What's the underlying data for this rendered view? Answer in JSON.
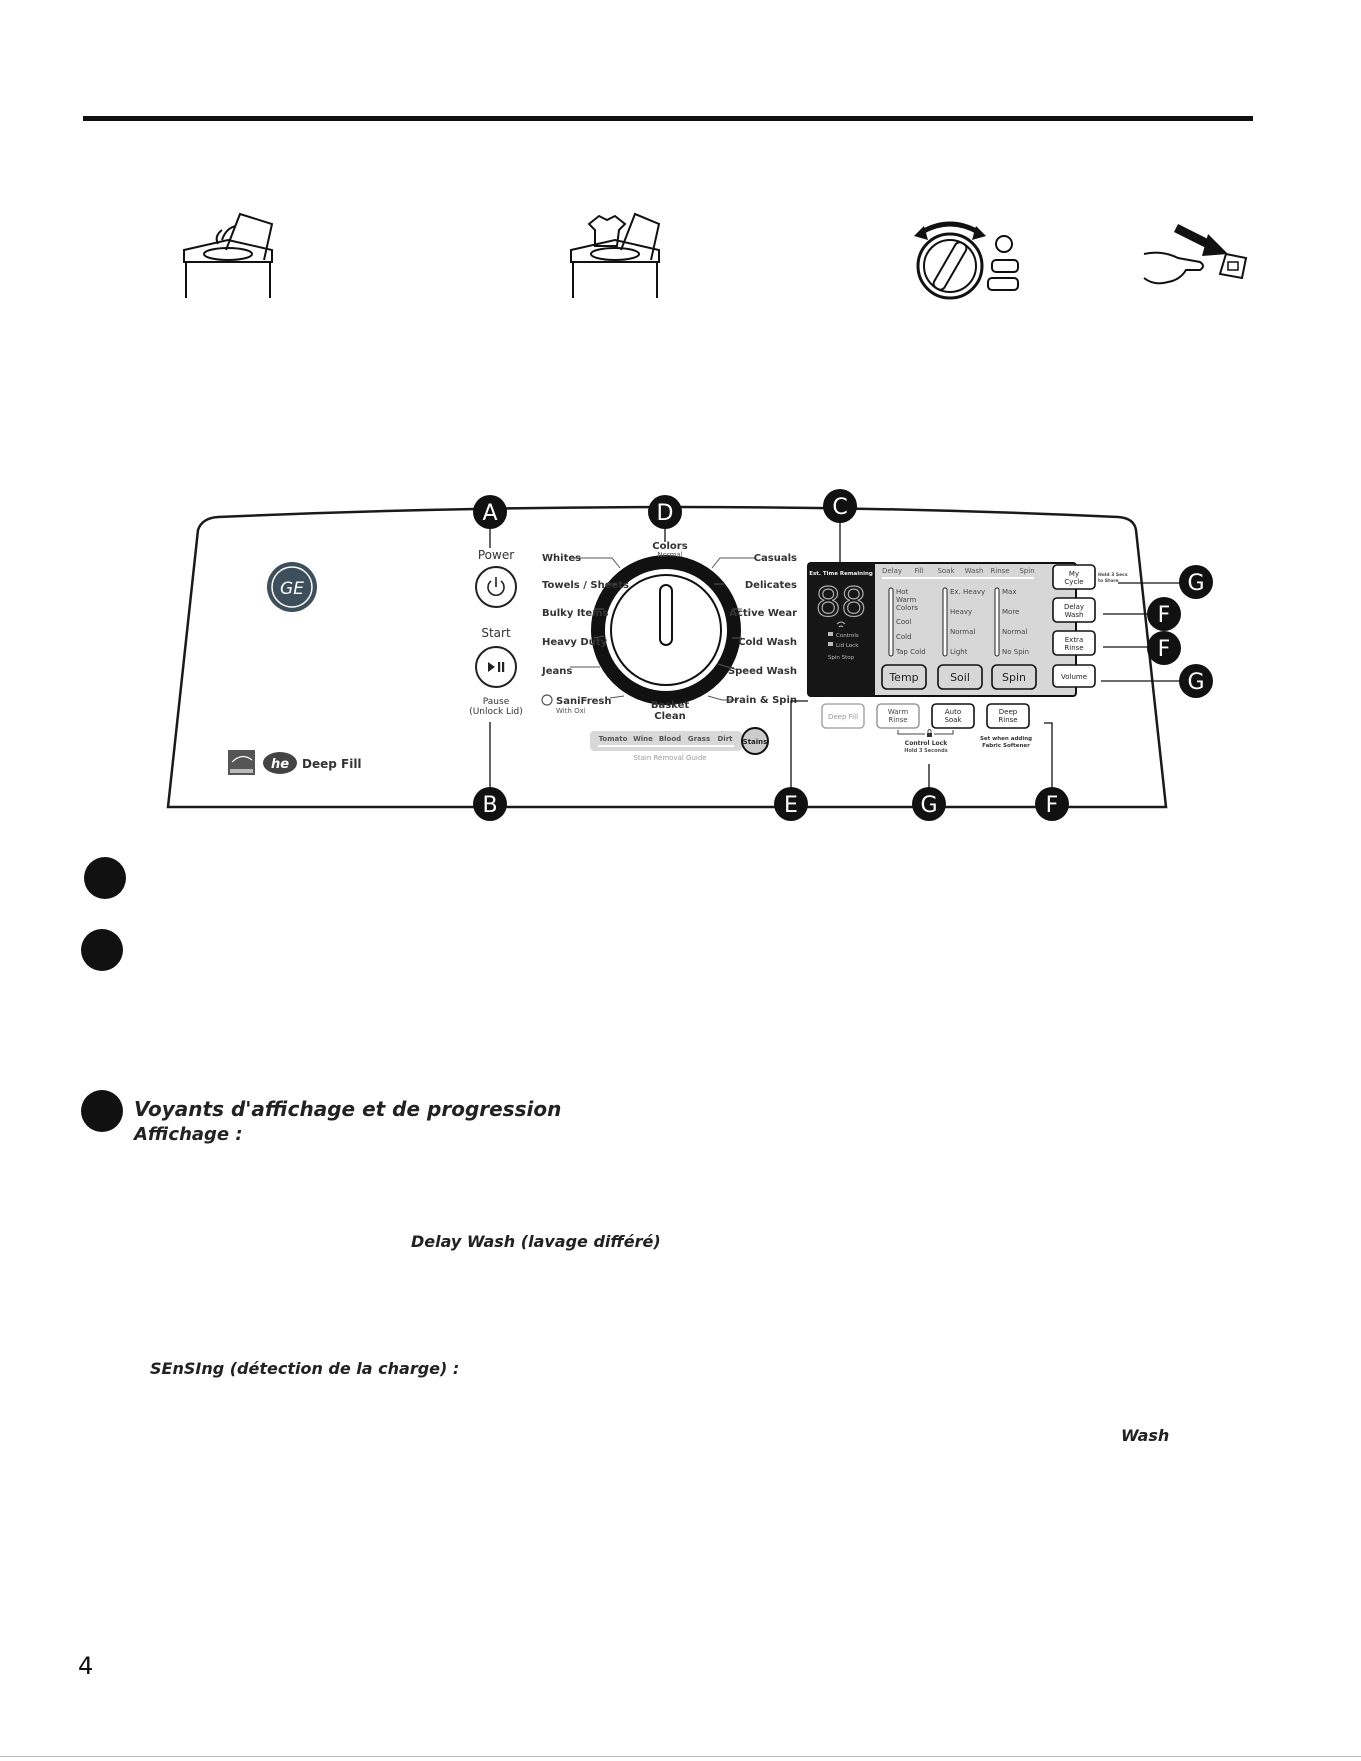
{
  "panel": {
    "callouts": {
      "A": "A",
      "B": "B",
      "C": "C",
      "D": "D",
      "E": "E",
      "F": "F",
      "G": "G"
    },
    "power_label": "Power",
    "start_label": "Start",
    "pause_label": "Pause",
    "unlock_label": "(Unlock Lid)",
    "logo_text": "GE",
    "deepfill_logo": "Deep Fill",
    "cycles_left": [
      "Whites",
      "Towels / Sheets",
      "Bulky Items",
      "Heavy Duty",
      "Jeans"
    ],
    "sanifresh": "SaniFresh",
    "sanifresh_sub": "With Oxi",
    "colors_label": "Colors",
    "colors_sub": "Normal",
    "cycles_right": [
      "Casuals",
      "Delicates",
      "Active Wear",
      "Cold Wash",
      "Speed Wash",
      "Drain & Spin"
    ],
    "basket_clean": [
      "Basket",
      "Clean"
    ],
    "stain_items": [
      "Tomato",
      "Wine",
      "Blood",
      "Grass",
      "Dirt"
    ],
    "stains_button": "Stains",
    "stain_guide": "Stain Removal Guide",
    "display": {
      "est_time": "Est. Time Remaining",
      "digits": "88",
      "progress": [
        "Delay",
        "Fill",
        "Soak",
        "Wash",
        "Rinse",
        "Spin"
      ],
      "controls": "Controls",
      "lid_lock": "Lid Lock",
      "spin_stop": "Spin Stop",
      "temp_levels": [
        "Hot",
        "Warm",
        "Colors",
        "Cool",
        "Cold",
        "Tap Cold"
      ],
      "soil_levels": [
        "Ex. Heavy",
        "Heavy",
        "Normal",
        "Light"
      ],
      "spin_levels": [
        "Max",
        "More",
        "Normal",
        "No Spin"
      ],
      "temp_button": "Temp",
      "soil_button": "Soil",
      "spin_button": "Spin"
    },
    "right_buttons": {
      "my_cycle": [
        "My",
        "Cycle"
      ],
      "my_cycle_note": [
        "Hold 3 Secs",
        "to Store"
      ],
      "delay_wash": [
        "Delay",
        "Wash"
      ],
      "extra_rinse": [
        "Extra",
        "Rinse"
      ],
      "volume": "Volume"
    },
    "bottom_buttons": {
      "deep_fill": "Deep Fill",
      "warm_rinse": [
        "Warm",
        "Rinse"
      ],
      "auto_soak": [
        "Auto",
        "Soak"
      ],
      "deep_rinse": [
        "Deep",
        "Rinse"
      ],
      "control_lock": "Control Lock",
      "control_lock_sub": "Hold 3 Seconds",
      "fabric_note": [
        "Set when adding",
        "Fabric Softener"
      ]
    }
  },
  "section_c": {
    "title": "Voyants d'affichage et de progression",
    "subtitle": "Affichage :",
    "delay_wash_term": "Delay Wash (lavage différé)",
    "sensing_term": "SEnSIng (détection de la charge) :",
    "wash_term": "Wash"
  },
  "page_number": "4"
}
